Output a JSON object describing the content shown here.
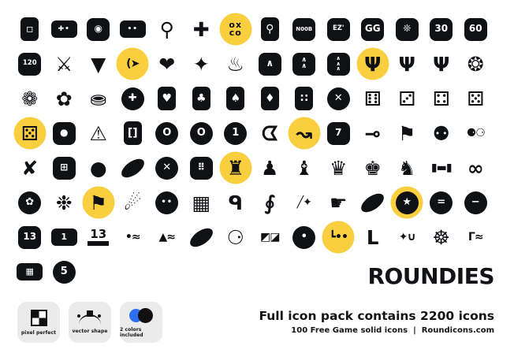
{
  "brand": {
    "name": "ROUNDIES",
    "headline": "Full icon pack contains 2200 icons",
    "subline_left": "100 Free Game solid icons",
    "subline_sep": "|",
    "subline_right": "Roundicons.com"
  },
  "features": [
    {
      "label": "pixel perfect",
      "icon": "pixel-grid-icon"
    },
    {
      "label": "vector shape",
      "icon": "bezier-curve-icon"
    },
    {
      "label": "2 colors included",
      "icon": "two-circles-icon"
    }
  ],
  "colors": {
    "icon_black": "#101114",
    "highlight_yellow": "#F9CE3F",
    "badge_background": "#ebebeb",
    "accent_blue": "#2E6FF2"
  },
  "grid": {
    "columns": 14,
    "total_icons": 100,
    "highlighted_icons": 9
  },
  "icons": [
    {
      "name": "handheld-console",
      "glyph": "▫",
      "type": "tall",
      "hl": false
    },
    {
      "name": "game-controller",
      "glyph": "✚•",
      "type": "wide",
      "hl": false
    },
    {
      "name": "arcade-cabinet",
      "glyph": "◉",
      "type": "plate",
      "hl": false
    },
    {
      "name": "controller-joystick",
      "glyph": "••",
      "type": "wide",
      "hl": false
    },
    {
      "name": "arcade-joystick",
      "glyph": "⚲",
      "type": "glyph",
      "hl": false
    },
    {
      "name": "d-pad",
      "glyph": "✚",
      "type": "glyph",
      "hl": false
    },
    {
      "name": "tic-tac-toe",
      "glyph": "ox\nco",
      "type": "glyph",
      "hl": true
    },
    {
      "name": "mobile-gaming",
      "glyph": "⚲",
      "type": "tall",
      "hl": false
    },
    {
      "name": "chat-bubble-noob",
      "glyph": "N00B",
      "type": "plate",
      "hl": false
    },
    {
      "name": "chat-bubble-ez",
      "glyph": "EZ'",
      "type": "plate",
      "hl": false
    },
    {
      "name": "chat-bubble-gg",
      "glyph": "GG",
      "type": "plate",
      "hl": false
    },
    {
      "name": "winner-celebration",
      "glyph": "❊",
      "type": "plate",
      "hl": false
    },
    {
      "name": "countdown-30",
      "glyph": "30",
      "type": "plate",
      "hl": false
    },
    {
      "name": "countdown-60",
      "glyph": "60",
      "type": "plate",
      "hl": false
    },
    {
      "name": "level-120",
      "glyph": "120",
      "type": "plate",
      "hl": false
    },
    {
      "name": "sword",
      "glyph": "⚔",
      "type": "glyph",
      "hl": false
    },
    {
      "name": "shield",
      "glyph": "▼",
      "type": "glyph",
      "hl": false
    },
    {
      "name": "bow-arrow",
      "glyph": "(➤",
      "type": "glyph",
      "hl": true
    },
    {
      "name": "health-heart",
      "glyph": "❤",
      "type": "glyph",
      "hl": false
    },
    {
      "name": "shuriken",
      "glyph": "✦",
      "type": "glyph",
      "hl": false
    },
    {
      "name": "chicken-dinner",
      "glyph": "♨",
      "type": "glyph",
      "hl": false
    },
    {
      "name": "rank-chevron-1",
      "glyph": "∧",
      "type": "plate",
      "hl": false
    },
    {
      "name": "rank-chevron-2",
      "glyph": "∧\n∧",
      "type": "plate",
      "hl": false
    },
    {
      "name": "rank-chevron-3",
      "glyph": "∧\n∧\n∧",
      "type": "plate",
      "hl": false
    },
    {
      "name": "trophy-star",
      "glyph": "Ψ",
      "type": "glyph",
      "hl": true
    },
    {
      "name": "trophy-face",
      "glyph": "Ψ",
      "type": "glyph",
      "hl": false
    },
    {
      "name": "trophy-plain",
      "glyph": "Ψ",
      "type": "glyph",
      "hl": false
    },
    {
      "name": "prize-rosette",
      "glyph": "❂",
      "type": "glyph",
      "hl": false
    },
    {
      "name": "award-ribbon",
      "glyph": "❁",
      "type": "glyph",
      "hl": false
    },
    {
      "name": "award-ribbon-2",
      "glyph": "✿",
      "type": "glyph",
      "hl": false
    },
    {
      "name": "game-stamp",
      "glyph": "⛂",
      "type": "glyph",
      "hl": false
    },
    {
      "name": "badge-gear-plus",
      "glyph": "✚",
      "type": "disc",
      "hl": false
    },
    {
      "name": "card-heart",
      "glyph": "♥",
      "type": "tall",
      "hl": false
    },
    {
      "name": "card-club",
      "glyph": "♣",
      "type": "tall",
      "hl": false
    },
    {
      "name": "card-spade",
      "glyph": "♠",
      "type": "tall",
      "hl": false
    },
    {
      "name": "card-diamond",
      "glyph": "♦",
      "type": "tall",
      "hl": false
    },
    {
      "name": "domino",
      "glyph": "∷",
      "type": "tall",
      "hl": false
    },
    {
      "name": "poker-chip-x",
      "glyph": "✕",
      "type": "disc",
      "hl": false
    },
    {
      "name": "dice-roll-6",
      "glyph": "⚅",
      "type": "glyph",
      "hl": false
    },
    {
      "name": "dice-roll-3",
      "glyph": "⚂",
      "type": "glyph",
      "hl": false
    },
    {
      "name": "dice-roll-4",
      "glyph": "⚃",
      "type": "glyph",
      "hl": false
    },
    {
      "name": "dice-roll-5",
      "glyph": "⚄",
      "type": "glyph",
      "hl": false
    },
    {
      "name": "dice-pair",
      "glyph": "⚄",
      "type": "glyph",
      "hl": true
    },
    {
      "name": "card-draw",
      "glyph": "●",
      "type": "plate",
      "hl": false
    },
    {
      "name": "dice-risk-triangle",
      "glyph": "⚠",
      "type": "glyph",
      "hl": false
    },
    {
      "name": "game-tile",
      "glyph": "[]",
      "type": "tall",
      "hl": false
    },
    {
      "name": "poker-chip-o",
      "glyph": "O",
      "type": "disc",
      "hl": false
    },
    {
      "name": "poker-chip-o2",
      "glyph": "O",
      "type": "disc",
      "hl": false
    },
    {
      "name": "poker-chip-1",
      "glyph": "1",
      "type": "disc",
      "hl": false
    },
    {
      "name": "pacman",
      "glyph": "ᗧ",
      "type": "glyph",
      "hl": false
    },
    {
      "name": "strategy-play",
      "glyph": "↝",
      "type": "glyph",
      "hl": true
    },
    {
      "name": "jersey-7",
      "glyph": "7",
      "type": "plate",
      "hl": false
    },
    {
      "name": "air-hockey",
      "glyph": "⊸",
      "type": "glyph",
      "hl": false
    },
    {
      "name": "golf-flag",
      "glyph": "⚑",
      "type": "glyph",
      "hl": false
    },
    {
      "name": "bowling-ball-pin",
      "glyph": "⚉",
      "type": "glyph",
      "hl": false
    },
    {
      "name": "billiard-balls",
      "glyph": "⚈⚆",
      "type": "glyph",
      "hl": false
    },
    {
      "name": "kayaking",
      "glyph": "✘",
      "type": "glyph",
      "hl": false
    },
    {
      "name": "game-board-field",
      "glyph": "⊞",
      "type": "plate",
      "hl": false
    },
    {
      "name": "tennis-ball",
      "glyph": "●",
      "type": "glyph",
      "hl": false
    },
    {
      "name": "rugby-football",
      "glyph": "",
      "type": "ellipse",
      "hl": false
    },
    {
      "name": "basketball",
      "glyph": "✕",
      "type": "disc",
      "hl": false
    },
    {
      "name": "checkers-board",
      "glyph": "⠿",
      "type": "plate",
      "hl": false
    },
    {
      "name": "chess-rook",
      "glyph": "♜",
      "type": "glyph",
      "hl": true
    },
    {
      "name": "chess-pawn",
      "glyph": "♟",
      "type": "glyph",
      "hl": false
    },
    {
      "name": "chess-bishop",
      "glyph": "♝",
      "type": "glyph",
      "hl": false
    },
    {
      "name": "chess-queen",
      "glyph": "♛",
      "type": "glyph",
      "hl": false
    },
    {
      "name": "chess-king",
      "glyph": "♚",
      "type": "glyph",
      "hl": false
    },
    {
      "name": "chess-knight",
      "glyph": "♞",
      "type": "glyph",
      "hl": false
    },
    {
      "name": "dumbbell",
      "glyph": "▮▬▮",
      "type": "glyph",
      "hl": false
    },
    {
      "name": "hand-grip",
      "glyph": "∞",
      "type": "glyph",
      "hl": false
    },
    {
      "name": "flying-disc",
      "glyph": "✿",
      "type": "disc",
      "hl": false
    },
    {
      "name": "shuttlecock",
      "glyph": "❉",
      "type": "glyph",
      "hl": false
    },
    {
      "name": "racing-flag",
      "glyph": "⚑",
      "type": "glyph",
      "hl": true
    },
    {
      "name": "pingpong-paddle",
      "glyph": "☄",
      "type": "glyph",
      "hl": false
    },
    {
      "name": "hockey-mask",
      "glyph": "••",
      "type": "disc",
      "hl": false
    },
    {
      "name": "basketball-net",
      "glyph": "▦",
      "type": "glyph",
      "hl": false
    },
    {
      "name": "football-helmet",
      "glyph": "ᑫ",
      "type": "glyph",
      "hl": false
    },
    {
      "name": "jump-rope",
      "glyph": "∮",
      "type": "glyph",
      "hl": false
    },
    {
      "name": "torch",
      "glyph": "╱✦",
      "type": "glyph",
      "hl": false
    },
    {
      "name": "boxing-glove",
      "glyph": "☛",
      "type": "glyph",
      "hl": false
    },
    {
      "name": "football",
      "glyph": "",
      "type": "ellipse",
      "hl": false
    },
    {
      "name": "medal-star",
      "glyph": "★",
      "type": "disc",
      "hl": true
    },
    {
      "name": "medal-second",
      "glyph": "=",
      "type": "disc",
      "hl": false
    },
    {
      "name": "medal-third",
      "glyph": "−",
      "type": "disc",
      "hl": false
    },
    {
      "name": "scoreboard-13",
      "glyph": "13",
      "type": "plate",
      "hl": false
    },
    {
      "name": "winners-podium",
      "glyph": "1",
      "type": "wide",
      "hl": false
    },
    {
      "name": "race-number-13",
      "glyph": "13",
      "type": "num",
      "hl": false
    },
    {
      "name": "swimmer",
      "glyph": "•≈",
      "type": "glyph",
      "hl": false
    },
    {
      "name": "sailing",
      "glyph": "▲≈",
      "type": "glyph",
      "hl": false
    },
    {
      "name": "surfboard",
      "glyph": "",
      "type": "ellipse",
      "hl": false
    },
    {
      "name": "whistle",
      "glyph": "⚆",
      "type": "glyph",
      "hl": false
    },
    {
      "name": "protective-pads",
      "glyph": "◩◪",
      "type": "glyph",
      "hl": false
    },
    {
      "name": "sport-helmet",
      "glyph": "•",
      "type": "disc",
      "hl": false
    },
    {
      "name": "roller-skate",
      "glyph": "┗••",
      "type": "glyph",
      "hl": true
    },
    {
      "name": "ice-skate",
      "glyph": "ᒪ",
      "type": "glyph",
      "hl": false
    },
    {
      "name": "food-bowl",
      "glyph": "✦∪",
      "type": "glyph",
      "hl": false
    },
    {
      "name": "steering-wheel",
      "glyph": "☸",
      "type": "glyph",
      "hl": false
    },
    {
      "name": "high-dive",
      "glyph": "Γ≈",
      "type": "glyph",
      "hl": false
    },
    {
      "name": "goal-net",
      "glyph": "▦",
      "type": "wide",
      "hl": false
    },
    {
      "name": "kettlebell-5",
      "glyph": "5",
      "type": "disc",
      "hl": false
    }
  ]
}
